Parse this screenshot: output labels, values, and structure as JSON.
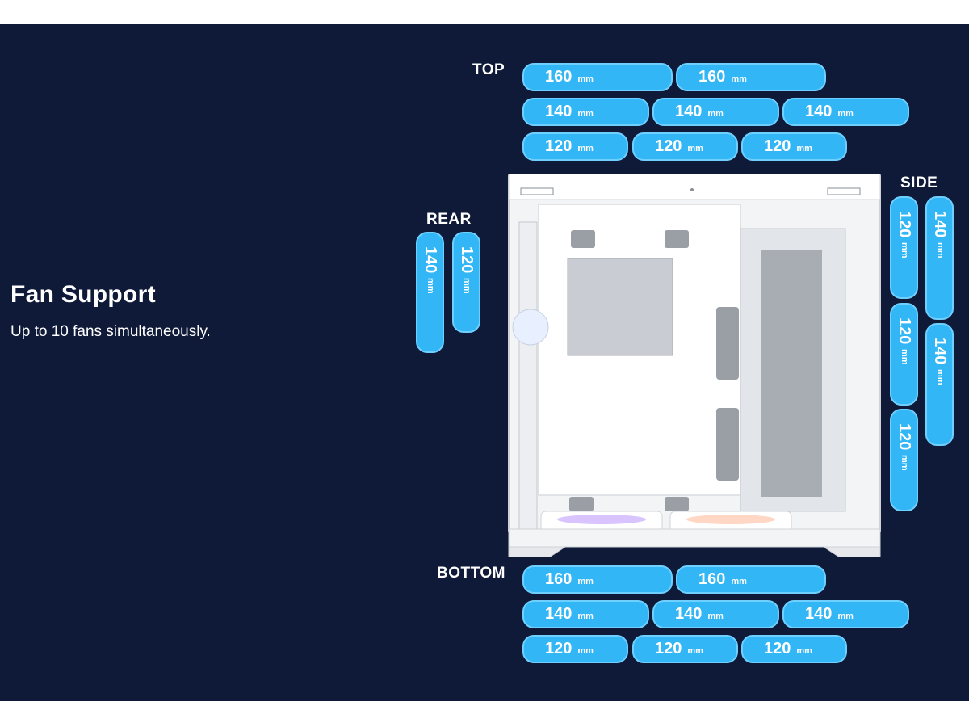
{
  "heading": "Fan Support",
  "subtitle": "Up to 10 fans simultaneously.",
  "groups": {
    "top": {
      "label": "TOP",
      "rows": [
        [
          {
            "size": "160",
            "unit": "mm"
          },
          {
            "size": "160",
            "unit": "mm"
          }
        ],
        [
          {
            "size": "140",
            "unit": "mm"
          },
          {
            "size": "140",
            "unit": "mm"
          },
          {
            "size": "140",
            "unit": "mm"
          }
        ],
        [
          {
            "size": "120",
            "unit": "mm"
          },
          {
            "size": "120",
            "unit": "mm"
          },
          {
            "size": "120",
            "unit": "mm"
          }
        ]
      ]
    },
    "bottom": {
      "label": "BOTTOM",
      "rows": [
        [
          {
            "size": "160",
            "unit": "mm"
          },
          {
            "size": "160",
            "unit": "mm"
          }
        ],
        [
          {
            "size": "140",
            "unit": "mm"
          },
          {
            "size": "140",
            "unit": "mm"
          },
          {
            "size": "140",
            "unit": "mm"
          }
        ],
        [
          {
            "size": "120",
            "unit": "mm"
          },
          {
            "size": "120",
            "unit": "mm"
          },
          {
            "size": "120",
            "unit": "mm"
          }
        ]
      ]
    },
    "rear": {
      "label": "REAR",
      "pills": [
        {
          "size": "140",
          "unit": "mm"
        },
        {
          "size": "120",
          "unit": "mm"
        }
      ]
    },
    "side": {
      "label": "SIDE",
      "pills": [
        {
          "size": "120",
          "unit": "mm"
        },
        {
          "size": "120",
          "unit": "mm"
        },
        {
          "size": "120",
          "unit": "mm"
        },
        {
          "size": "140",
          "unit": "mm"
        },
        {
          "size": "140",
          "unit": "mm"
        }
      ]
    }
  },
  "colors": {
    "background": "#0f1938",
    "pill": "#33b6f5",
    "pill_border": "#6fd0ff",
    "text": "#ffffff"
  },
  "image": {
    "subject": "pc-case-illustration"
  }
}
